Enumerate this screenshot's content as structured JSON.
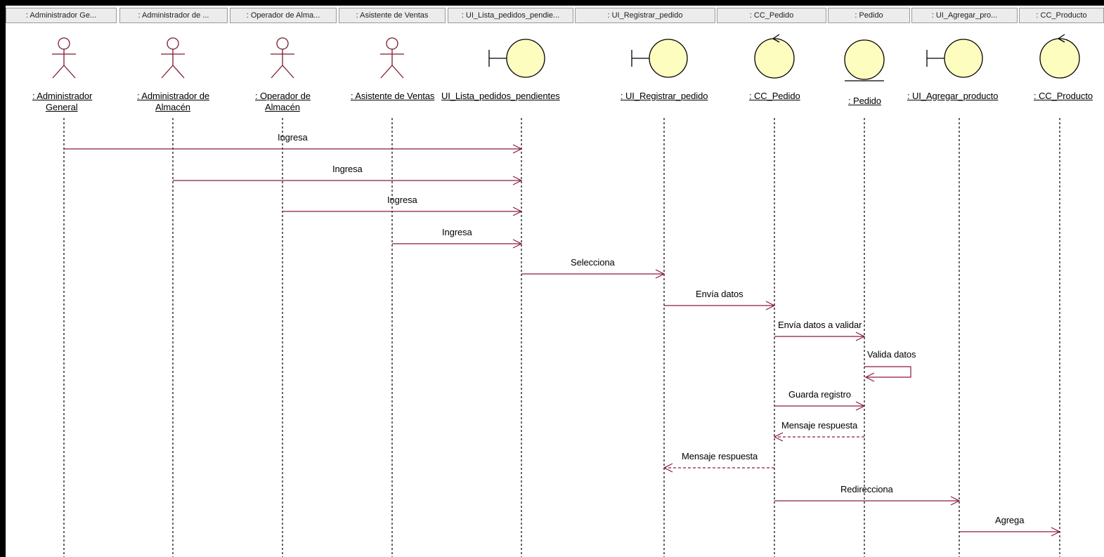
{
  "header": {
    "cells": [
      ": Administrador Ge...",
      ": Administrador de ...",
      ": Operador de Alma...",
      ": Asistente de Ventas",
      ": UI_Lista_pedidos_pendie...",
      ": UI_Registrar_pedido",
      ": CC_Pedido",
      ": Pedido",
      ": UI_Agregar_pro...",
      ": CC_Producto"
    ]
  },
  "participants": [
    {
      "kind": "actor",
      "label1": ": Administrador",
      "label2": "General"
    },
    {
      "kind": "actor",
      "label1": ": Administrador de",
      "label2": "Almacén"
    },
    {
      "kind": "actor",
      "label1": ": Operador de",
      "label2": "Almacén"
    },
    {
      "kind": "actor",
      "label1": ": Asistente de Ventas",
      "label2": ""
    },
    {
      "kind": "boundary",
      "label1": "UI_Lista_pedidos_pendientes",
      "label2": ""
    },
    {
      "kind": "boundary",
      "label1": ": UI_Registrar_pedido",
      "label2": ""
    },
    {
      "kind": "control",
      "label1": ": CC_Pedido",
      "label2": ""
    },
    {
      "kind": "entity",
      "label1": ": Pedido",
      "label2": ""
    },
    {
      "kind": "boundary",
      "label1": ": UI_Agregar_producto",
      "label2": ""
    },
    {
      "kind": "control",
      "label1": ": CC_Producto",
      "label2": ""
    }
  ],
  "messages": [
    {
      "from": 0,
      "to": 4,
      "label": "Ingresa",
      "style": "sync"
    },
    {
      "from": 1,
      "to": 4,
      "label": "Ingresa",
      "style": "sync"
    },
    {
      "from": 2,
      "to": 4,
      "label": "Ingresa",
      "style": "sync"
    },
    {
      "from": 3,
      "to": 4,
      "label": "Ingresa",
      "style": "sync"
    },
    {
      "from": 4,
      "to": 5,
      "label": "Selecciona",
      "style": "sync"
    },
    {
      "from": 5,
      "to": 6,
      "label": "Envía datos",
      "style": "sync"
    },
    {
      "from": 6,
      "to": 7,
      "label": "Envía datos a validar",
      "style": "sync"
    },
    {
      "from": 7,
      "to": 7,
      "label": "Valida datos",
      "style": "self"
    },
    {
      "from": 6,
      "to": 7,
      "label": "Guarda registro",
      "style": "sync"
    },
    {
      "from": 7,
      "to": 6,
      "label": "Mensaje respuesta",
      "style": "return"
    },
    {
      "from": 6,
      "to": 5,
      "label": "Mensaje respuesta",
      "style": "return"
    },
    {
      "from": 6,
      "to": 8,
      "label": "Redirecciona",
      "style": "sync"
    },
    {
      "from": 8,
      "to": 9,
      "label": "Agrega",
      "style": "sync"
    }
  ],
  "colors": {
    "message_line": "#8b1a3a",
    "lifeline": "#000000",
    "icon_stroke": "#7b1a2e",
    "icon_fill": "#fefdc0",
    "header_bg": "#ececec",
    "background": "#ffffff",
    "outer_border": "#000000"
  },
  "icons": {
    "actor": "stick-figure-icon",
    "boundary": "boundary-icon",
    "control": "control-icon",
    "entity": "entity-icon"
  }
}
